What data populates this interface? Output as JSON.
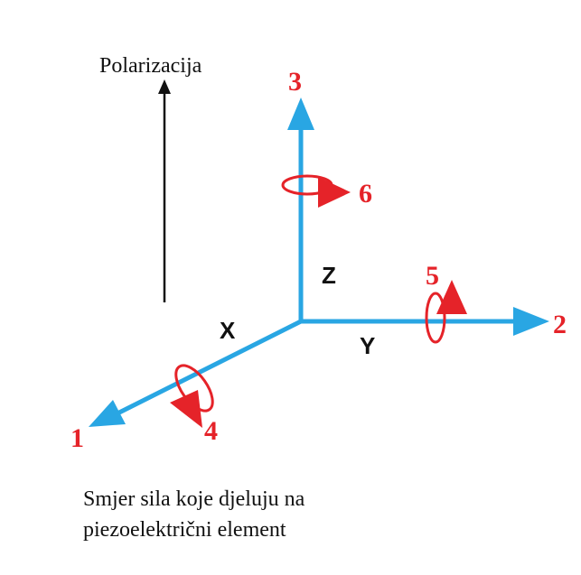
{
  "polarization": {
    "label": "Polarizacija"
  },
  "axes": {
    "x_letter": "X",
    "y_letter": "Y",
    "z_letter": "Z"
  },
  "directions": {
    "d1": "1",
    "d2": "2",
    "d3": "3",
    "d4": "4",
    "d5": "5",
    "d6": "6"
  },
  "caption": {
    "line1": "Smjer sila koje djeluju na",
    "line2": "piezoelektrični element"
  },
  "colors": {
    "axis": "#29a6e3",
    "rotation": "#e52329",
    "text": "#111111"
  }
}
